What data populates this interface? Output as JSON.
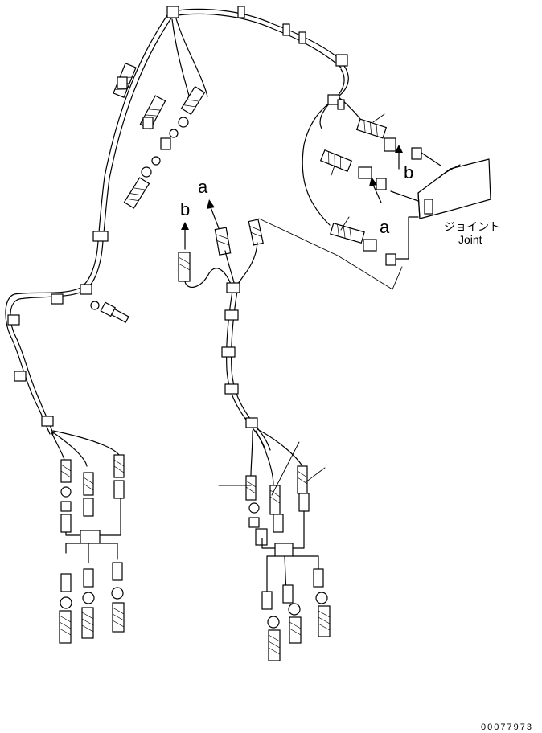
{
  "labels": {
    "arrow_a_top": "a",
    "arrow_b_top": "b",
    "arrow_a_right": "a",
    "arrow_b_right": "b",
    "joint_jp": "ジョイント",
    "joint_en": "Joint"
  },
  "drawing_number": "00077973"
}
